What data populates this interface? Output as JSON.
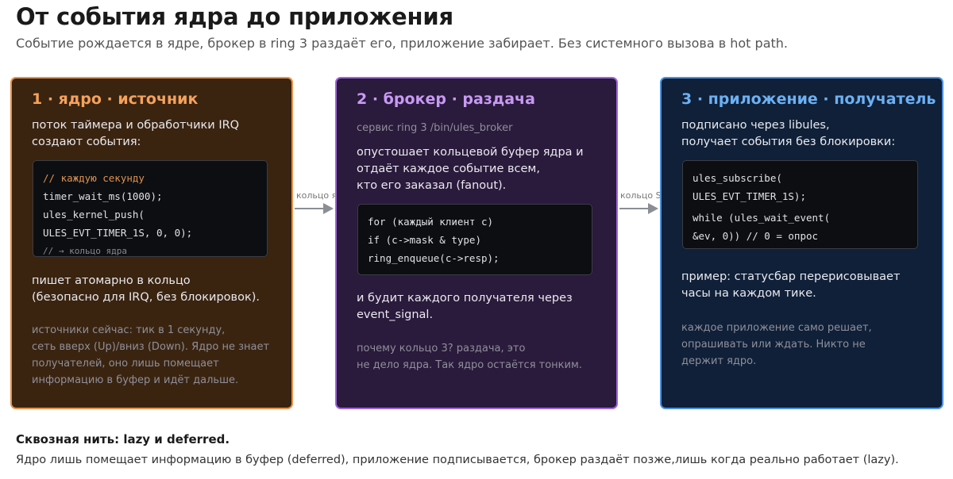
{
  "header": {
    "title": "От события ядра до приложения",
    "subtitle": "Событие рождается в ядре, брокер в ring 3 раздаёт его, приложение забирает. Без системного вызова в hot path."
  },
  "cards": [
    {
      "title": "1 · ядро · источник",
      "intro": [
        "поток таймера и обработчики IRQ",
        "создают события:"
      ],
      "code": [
        "// каждую секунду",
        "timer_wait_ms(1000);",
        "ules_kernel_push(",
        "ULES_EVT_TIMER_1S, 0, 0);",
        "// → кольцо ядра"
      ],
      "after": [
        "пишет атомарно в кольцо",
        "(безопасно для IRQ, без блокировок)."
      ],
      "note": [
        "источники сейчас: тик в 1 секунду,",
        "сеть вверх (Up)/вниз (Down). Ядро не знает",
        "получателей, оно лишь помещает",
        "информацию в буфер и идёт дальше."
      ]
    },
    {
      "title": "2 · брокер · раздача",
      "source": "сервис ring 3 /bin/ules_broker",
      "intro": [
        "опустошает кольцевой буфер ядра и",
        "отдаёт каждое событие всем,",
        "кто его заказал (fanout)."
      ],
      "code": [
        "for (каждый клиент c)",
        "if (c->mask & type)",
        "ring_enqueue(c->resp);"
      ],
      "after": [
        "и будит каждого получателя через",
        "event_signal."
      ],
      "note": [
        "почему кольцо 3? раздача, это",
        "не дело ядра. Так ядро остаётся тонким."
      ]
    },
    {
      "title": "3 · приложение · получатель",
      "intro": [
        "подписано через libules,",
        "получает события без блокировки:"
      ],
      "code": [
        "ules_subscribe(",
        "ULES_EVT_TIMER_1S);",
        "while (ules_wait_event(",
        "&ev, 0)) // 0 = опрос"
      ],
      "after": [
        "пример: статусбар перерисовывает",
        "часы на каждом тике."
      ],
      "note": [
        "каждое приложение само решает,",
        "опрашивать или ждать. Никто не",
        "держит ядро."
      ]
    }
  ],
  "arrows": [
    {
      "label": "кольцо ядра"
    },
    {
      "label": "кольцо SHM"
    }
  ],
  "footer": {
    "title": "Сквозная нить: lazy и deferred.",
    "text": "Ядро лишь помещает информацию в буфер (deferred), приложение подписывается, брокер раздаёт позже,лишь когда реально работает (lazy)."
  },
  "colors": {
    "kernel_accent": "#e8914a",
    "broker_accent": "#a163e0",
    "app_accent": "#4b91e2"
  }
}
